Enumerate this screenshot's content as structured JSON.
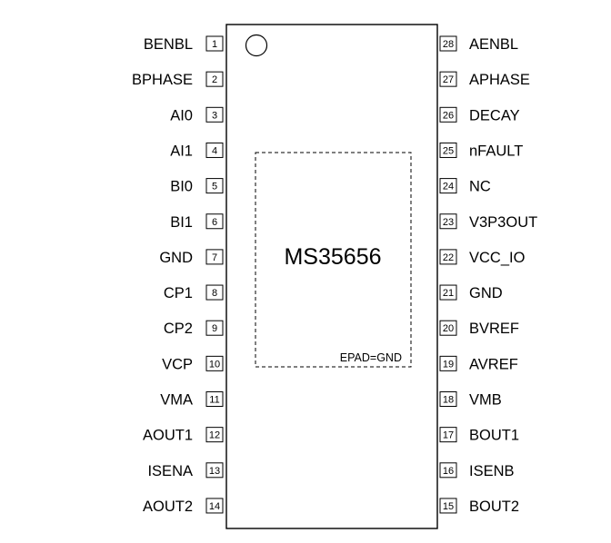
{
  "chip": {
    "name": "MS35656",
    "epad_label": "EPAD=GND"
  },
  "pins_left": [
    {
      "num": "1",
      "name": "BENBL"
    },
    {
      "num": "2",
      "name": "BPHASE"
    },
    {
      "num": "3",
      "name": "AI0"
    },
    {
      "num": "4",
      "name": "AI1"
    },
    {
      "num": "5",
      "name": "BI0"
    },
    {
      "num": "6",
      "name": "BI1"
    },
    {
      "num": "7",
      "name": "GND"
    },
    {
      "num": "8",
      "name": "CP1"
    },
    {
      "num": "9",
      "name": "CP2"
    },
    {
      "num": "10",
      "name": "VCP"
    },
    {
      "num": "11",
      "name": "VMA"
    },
    {
      "num": "12",
      "name": "AOUT1"
    },
    {
      "num": "13",
      "name": "ISENA"
    },
    {
      "num": "14",
      "name": "AOUT2"
    }
  ],
  "pins_right": [
    {
      "num": "28",
      "name": "AENBL"
    },
    {
      "num": "27",
      "name": "APHASE"
    },
    {
      "num": "26",
      "name": "DECAY"
    },
    {
      "num": "25",
      "name": "nFAULT"
    },
    {
      "num": "24",
      "name": "NC"
    },
    {
      "num": "23",
      "name": "V3P3OUT"
    },
    {
      "num": "22",
      "name": "VCC_IO"
    },
    {
      "num": "21",
      "name": "GND"
    },
    {
      "num": "20",
      "name": "BVREF"
    },
    {
      "num": "19",
      "name": "AVREF"
    },
    {
      "num": "18",
      "name": "VMB"
    },
    {
      "num": "17",
      "name": "BOUT1"
    },
    {
      "num": "16",
      "name": "ISENB"
    },
    {
      "num": "15",
      "name": "BOUT2"
    }
  ]
}
